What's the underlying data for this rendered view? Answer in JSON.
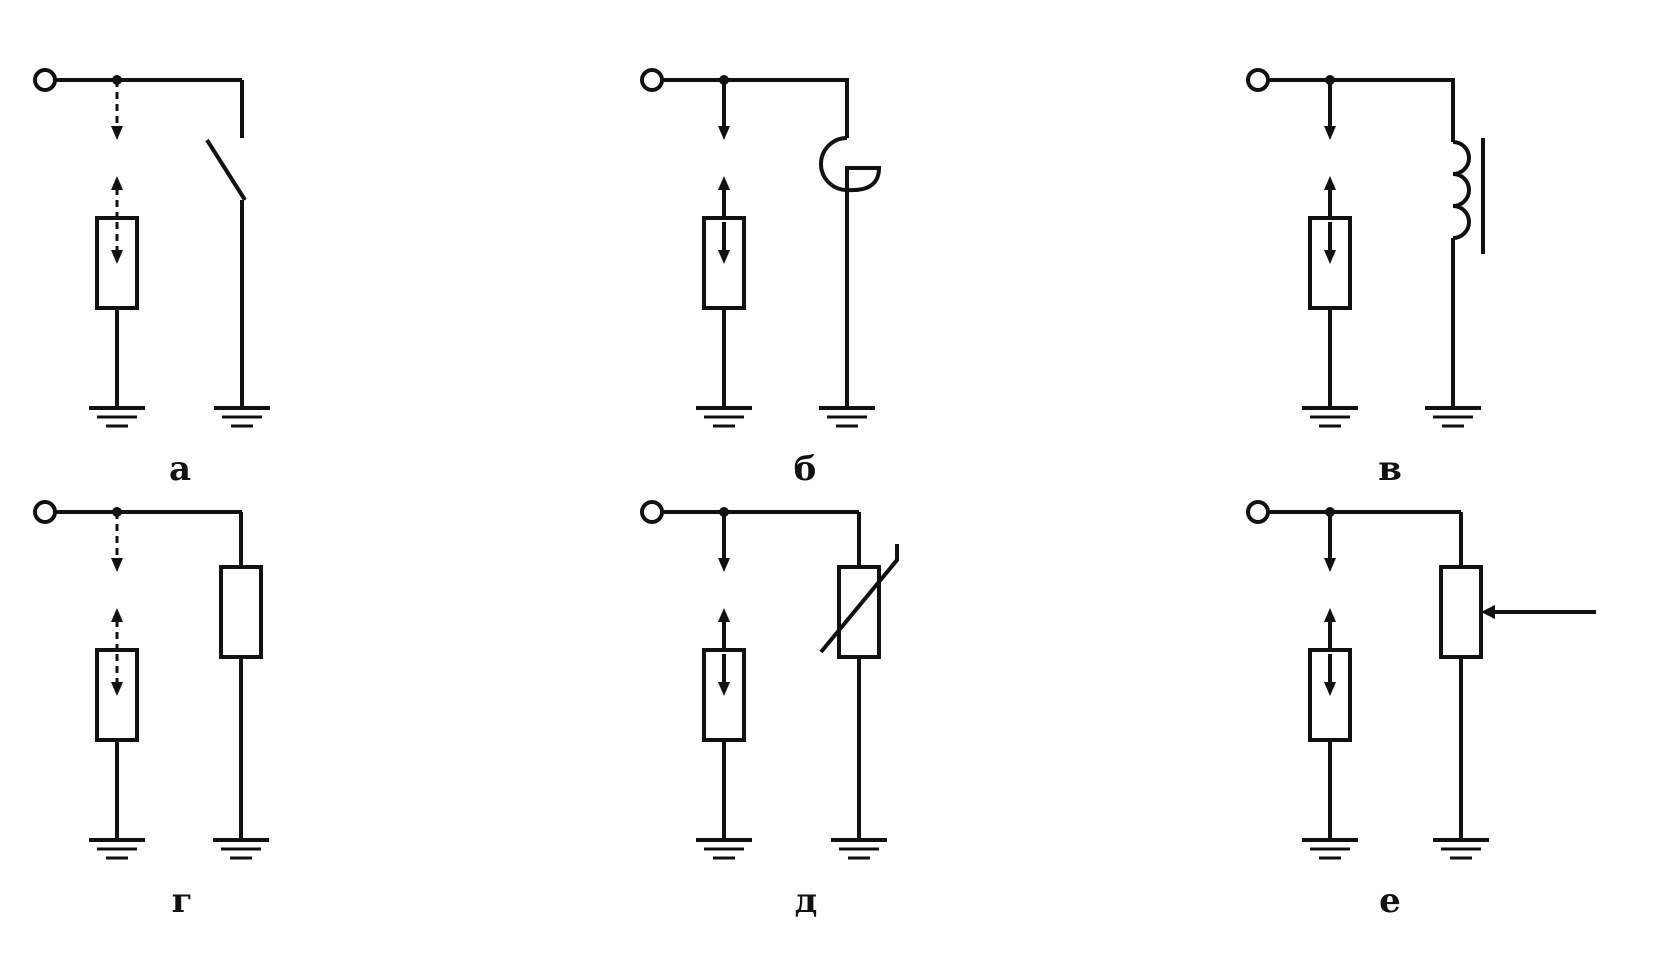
{
  "diagram": {
    "panels": [
      {
        "id": "a",
        "caption": "а",
        "component": "switch",
        "arrows": "dashed"
      },
      {
        "id": "b",
        "caption": "б",
        "component": "arc-gap",
        "arrows": "solid"
      },
      {
        "id": "c",
        "caption": "в",
        "component": "inductor",
        "arrows": "solid"
      },
      {
        "id": "d",
        "caption": "г",
        "component": "resistor",
        "arrows": "dashed"
      },
      {
        "id": "e",
        "caption": "д",
        "component": "nonlinear-resistor",
        "arrows": "solid"
      },
      {
        "id": "f",
        "caption": "е",
        "component": "variable-resistor",
        "arrows": "solid"
      }
    ],
    "colors": {
      "line": "#111111",
      "background": "#ffffff"
    }
  }
}
